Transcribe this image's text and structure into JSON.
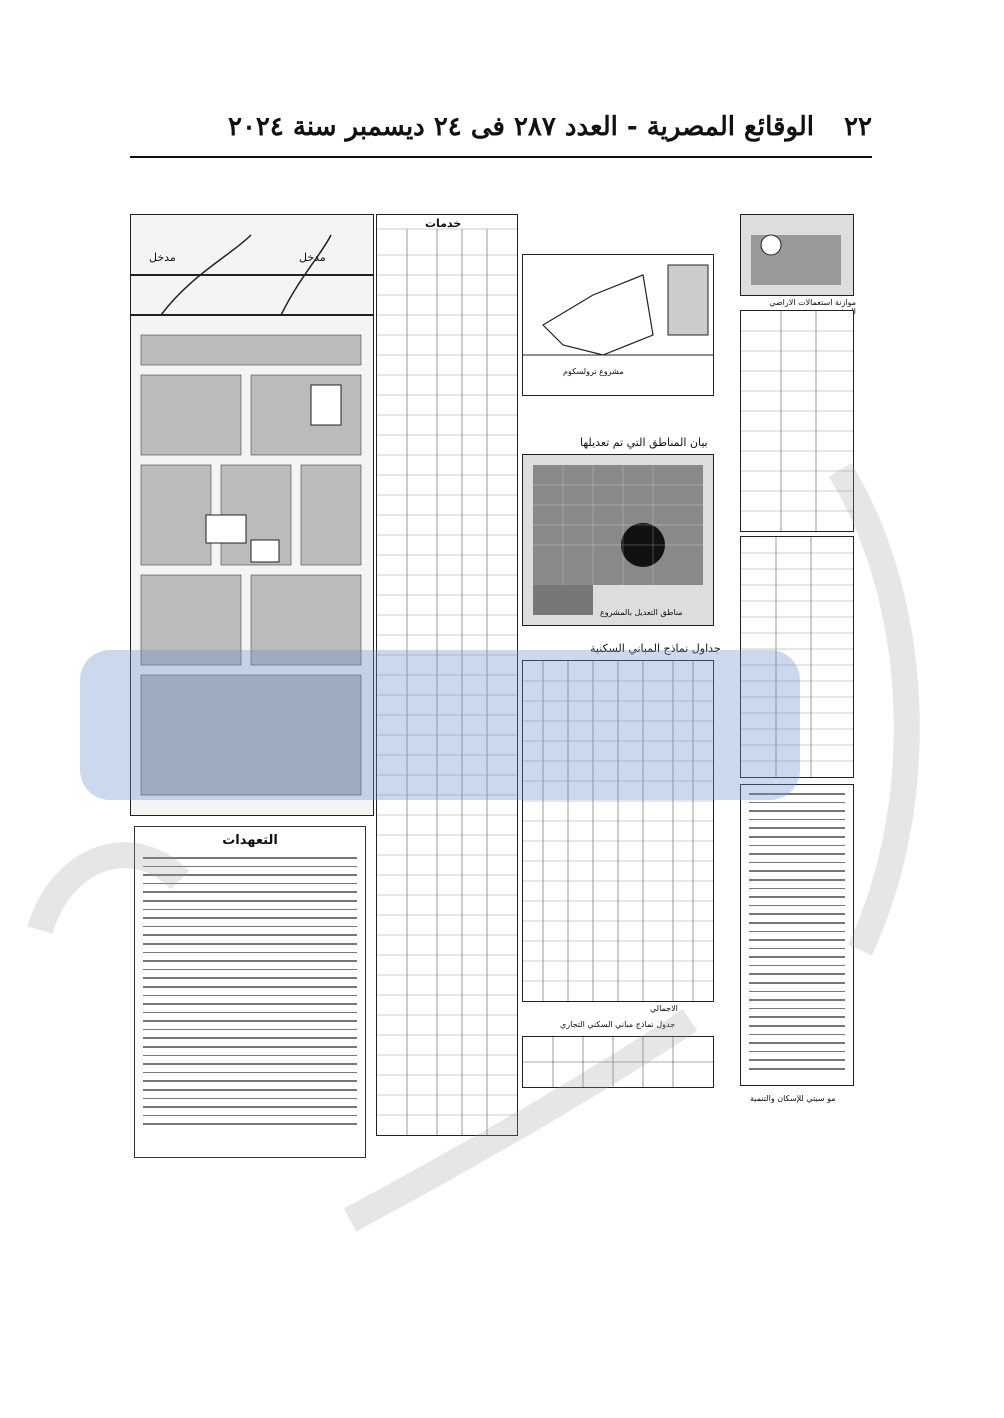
{
  "header": {
    "page_number": "٢٢",
    "title": "الوقائع المصرية - العدد ٢٨٧ فى ٢٤ ديسمبر سنة ٢٠٢٤"
  },
  "scan": {
    "services_title": "خدمات",
    "notes_title": "التعهدات",
    "entrance_label_1": "مدخل",
    "entrance_label_2": "مدخل",
    "project_name": "مشروع ترولسكوم",
    "map_heading": "بيان المناطق التي تم تعديلها",
    "map_legend": "مناطق التعديل بالمشروع",
    "housing_table_title": "جداول نماذج المباني السكنية",
    "commercial_table_title": "جدول نماذج مباني السكني التجاري",
    "total_label": "الاجمالي",
    "land_use_title": "موازنة استعمالات الاراضي للمشروع",
    "company_name": "مو سيتي للإسكان والتنمية"
  },
  "watermark": {
    "colors": {
      "blue": "#6b8fcf",
      "grey": "#9a9a9a"
    }
  }
}
